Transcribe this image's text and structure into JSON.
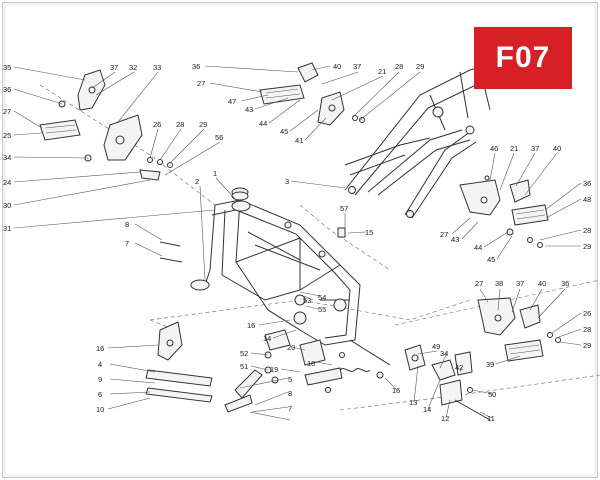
{
  "page": {
    "code": "F07"
  },
  "callouts": {
    "c0": "35",
    "c1": "36",
    "c2": "27",
    "c3": "25",
    "c4": "34",
    "c5": "24",
    "c6": "30",
    "c7": "31",
    "c8": "37",
    "c9": "32",
    "c10": "33",
    "c11": "26",
    "c12": "28",
    "c13": "29",
    "c14": "56",
    "c15": "36",
    "c16": "40",
    "c17": "37",
    "c18": "27",
    "c19": "21",
    "c20": "28",
    "c21": "29",
    "c22": "47",
    "c23": "43",
    "c24": "44",
    "c25": "45",
    "c26": "41",
    "c27": "3",
    "c28": "1",
    "c29": "2",
    "c30": "8",
    "c31": "7",
    "c32": "57",
    "c33": "15",
    "c34": "54",
    "c35": "53",
    "c36": "55",
    "c37": "16",
    "c38": "14",
    "c39": "52",
    "c40": "20",
    "c41": "51",
    "c42": "19",
    "c43": "18",
    "c44": "8",
    "c45": "7",
    "c46": "16",
    "c47": "4",
    "c48": "9",
    "c49": "6",
    "c50": "5",
    "c51": "10",
    "c52": "46",
    "c53": "21",
    "c54": "37",
    "c55": "40",
    "c56": "36",
    "c57": "48",
    "c58": "27",
    "c59": "43",
    "c60": "44",
    "c61": "45",
    "c62": "28",
    "c63": "29",
    "c64": "27",
    "c65": "38",
    "c66": "37",
    "c67": "40",
    "c68": "36",
    "c69": "26",
    "c70": "28",
    "c71": "29",
    "c72": "39",
    "c73": "49",
    "c74": "34",
    "c75": "42",
    "c76": "16",
    "c77": "13",
    "c78": "14",
    "c79": "12",
    "c80": "50",
    "c81": "11"
  }
}
